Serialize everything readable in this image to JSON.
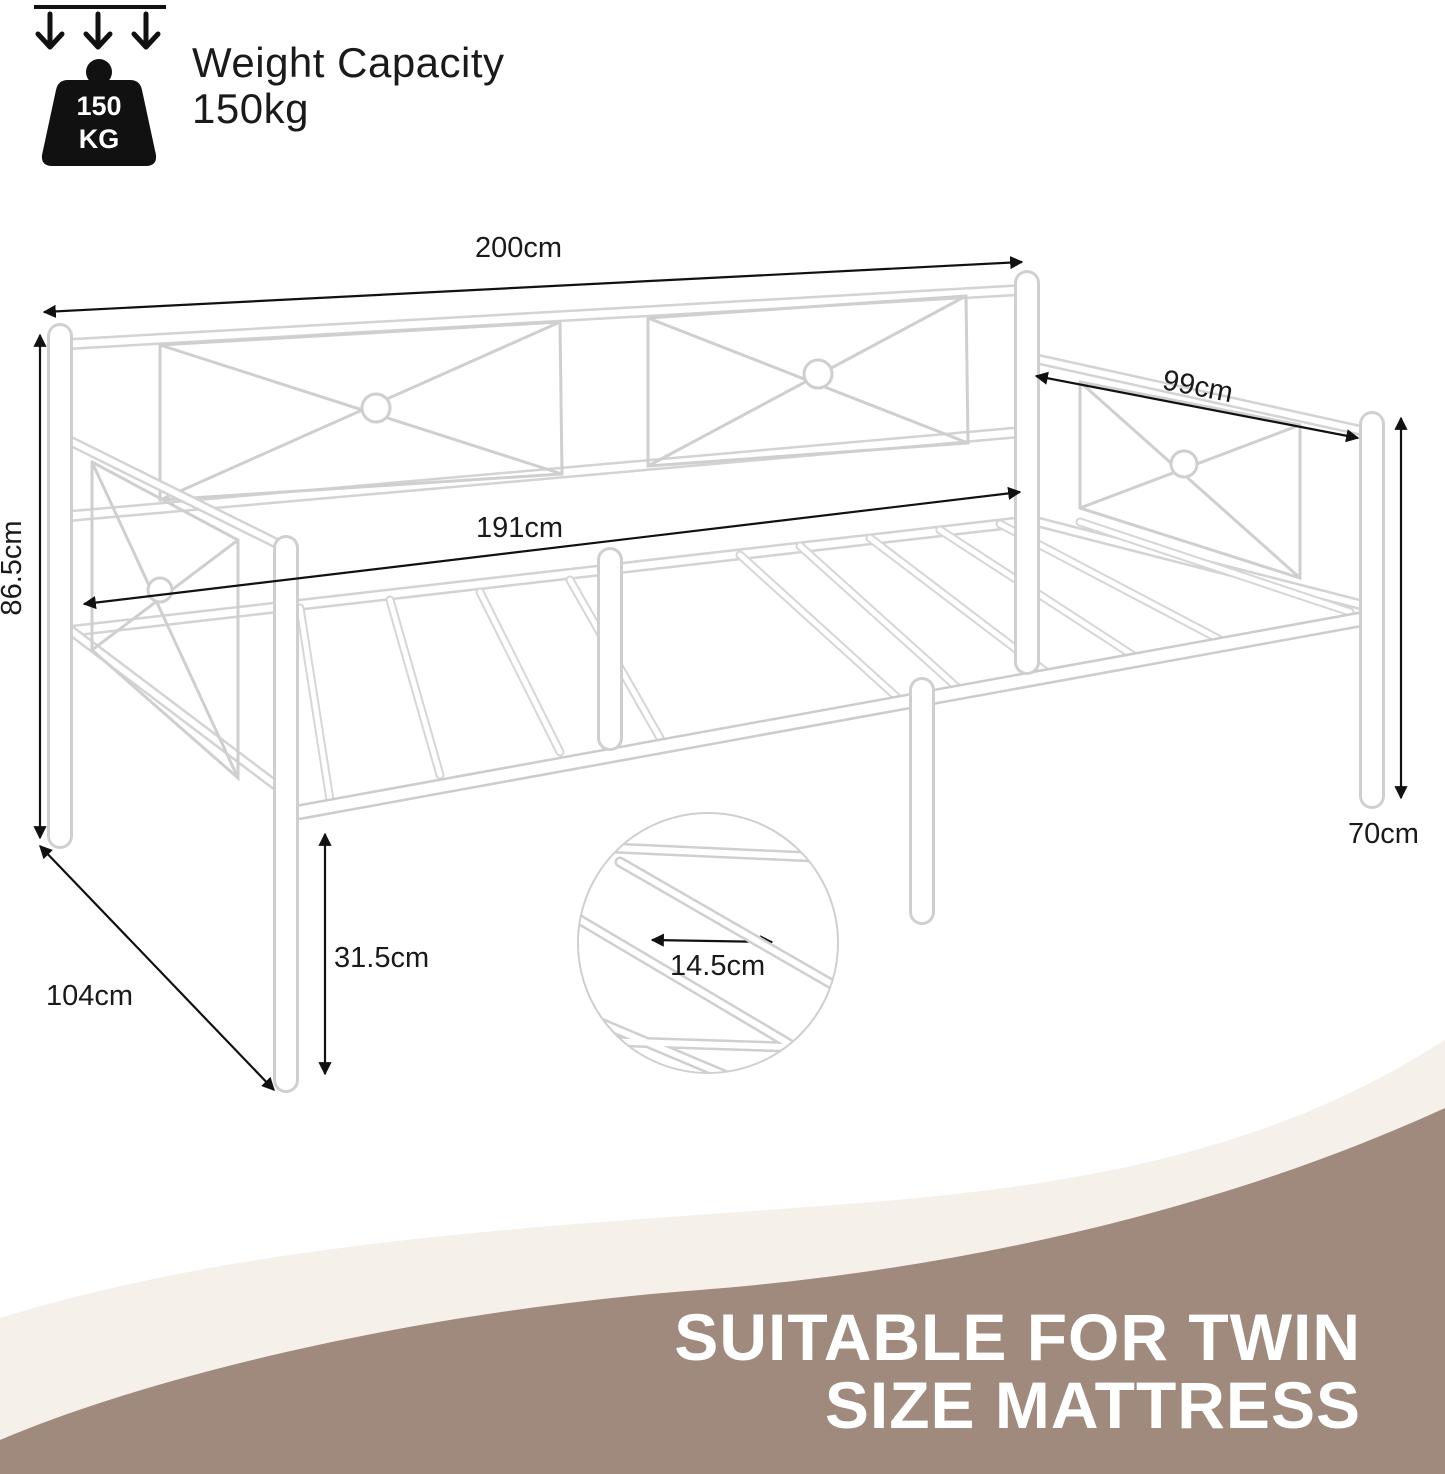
{
  "weight": {
    "badge_number": "150",
    "badge_unit": "KG",
    "title": "Weight Capacity",
    "value": "150kg",
    "icon": "weight-icon"
  },
  "dimensions": {
    "overall_length": "200cm",
    "overall_height": "86.5cm",
    "arm_length": "99cm",
    "inner_length": "191cm",
    "arm_height": "70cm",
    "overall_width": "104cm",
    "under_bed_clearance": "31.5cm",
    "slat_spacing": "14.5cm"
  },
  "banner": {
    "line1": "SUITABLE FOR TWIN",
    "line2": "SIZE MATTRESS",
    "color": "#a08a7e",
    "cream": "#f6f0ea"
  }
}
